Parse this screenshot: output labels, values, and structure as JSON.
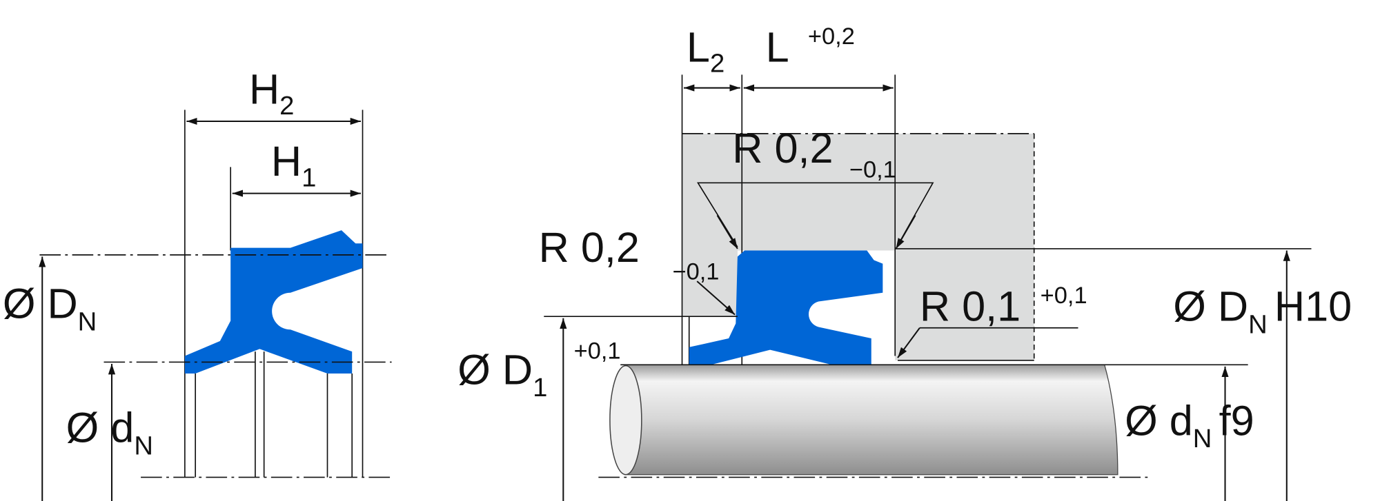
{
  "colors": {
    "seal": "#0066d6",
    "housing": "#dcdddd",
    "shaft": "#c8c8c8"
  },
  "left_view": {
    "h2": {
      "main": "H",
      "sub": "2"
    },
    "h1": {
      "main": "H",
      "sub": "1"
    },
    "outer_diameter": {
      "main": "Ø D",
      "sub": "N"
    },
    "inner_diameter": {
      "main": "Ø d",
      "sub": "N"
    }
  },
  "right_view": {
    "l2": {
      "main": "L",
      "sub": "2"
    },
    "l": {
      "main": "L",
      "tol": "+0,2"
    },
    "radius_top": {
      "main": "R 0,2",
      "tol": "−0,1"
    },
    "radius_left": {
      "main": "R 0,2",
      "tol": "−0,1"
    },
    "radius_groove": {
      "main": "R 0,1",
      "tol": "+0,1"
    },
    "housing_diameter": {
      "main": "Ø D",
      "sub": "N",
      "fit": "H10"
    },
    "d1_diameter": {
      "main": "Ø D",
      "sub": "1",
      "tol": "+0,1"
    },
    "shaft_diameter": {
      "main": "Ø d",
      "sub": "N",
      "fit": "f9"
    }
  }
}
